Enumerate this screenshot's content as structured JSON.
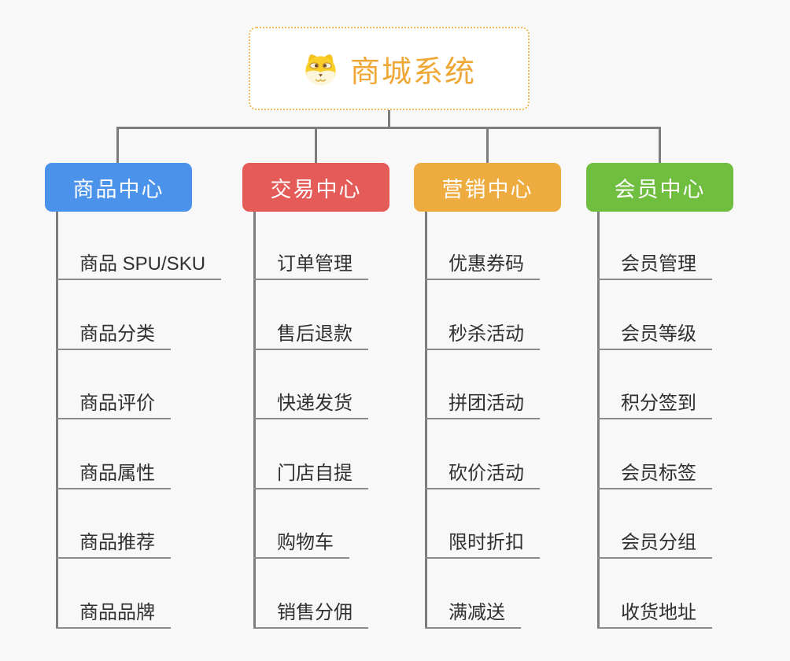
{
  "canvas": {
    "background": "#f8f8f8",
    "connector_color": "#7d7d7d"
  },
  "root": {
    "title": "商城系统",
    "icon": "doge-icon",
    "text_color": "#EFA735",
    "border_color": "#F0B95C"
  },
  "branches": [
    {
      "label": "商品中心",
      "color": "#4B92EA",
      "children": [
        "商品 SPU/SKU",
        "商品分类",
        "商品评价",
        "商品属性",
        "商品推荐",
        "商品品牌"
      ]
    },
    {
      "label": "交易中心",
      "color": "#E45B58",
      "children": [
        "订单管理",
        "售后退款",
        "快递发货",
        "门店自提",
        "购物车",
        "销售分佣"
      ]
    },
    {
      "label": "营销中心",
      "color": "#EEAC40",
      "children": [
        "优惠券码",
        "秒杀活动",
        "拼团活动",
        "砍价活动",
        "限时折扣",
        "满减送"
      ]
    },
    {
      "label": "会员中心",
      "color": "#6FBE3F",
      "children": [
        "会员管理",
        "会员等级",
        "积分签到",
        "会员标签",
        "会员分组",
        "收货地址"
      ]
    }
  ]
}
